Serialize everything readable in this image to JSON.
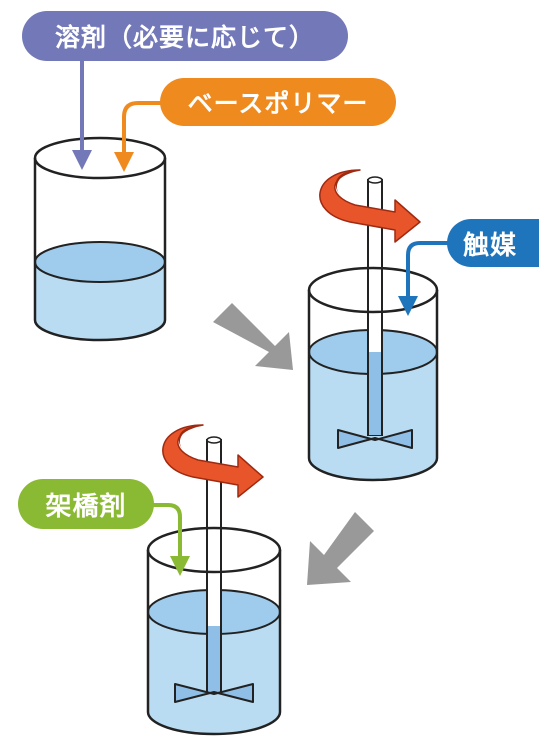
{
  "labels": {
    "solvent": "溶剤（必要に応じて）",
    "base_polymer": "ベースポリマー",
    "catalyst": "触媒",
    "crosslinker": "架橋剤"
  },
  "colors": {
    "solvent": "#7278b8",
    "base_polymer": "#ef8a1e",
    "catalyst": "#1f75bc",
    "crosslinker": "#8ab934",
    "liquid": "#b9dcf2",
    "liquid_surface": "#9fccec",
    "process_arrow": "#999999",
    "stir_arrow": "#e8552a",
    "stir_arrow_dark": "#9e2a12"
  },
  "icons": {
    "beakers": [
      "beaker-icon",
      "beaker-icon",
      "beaker-icon"
    ],
    "stirrers": [
      "stirrer-icon",
      "stirrer-icon"
    ],
    "rotation": [
      "rotation-arrow-icon",
      "rotation-arrow-icon"
    ],
    "flow": [
      "gray-flow-arrow-icon",
      "gray-flow-arrow-icon"
    ]
  }
}
